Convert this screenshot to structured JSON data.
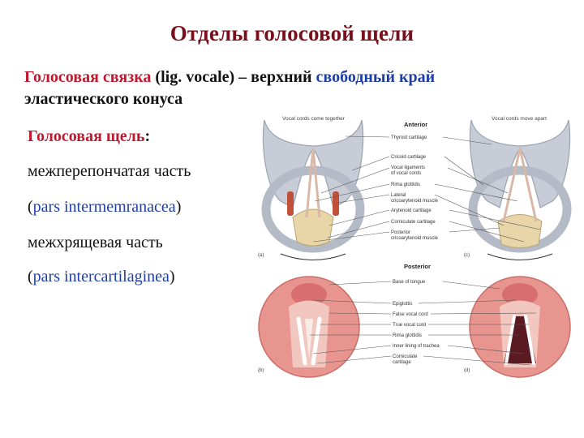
{
  "slide": {
    "title": "Отделы голосовой щели",
    "definition": {
      "term": "Голосовая связка",
      "latin": "(lig. vocale)",
      "dash": " – ",
      "text1": "верхний ",
      "highlight": "свободный край",
      "line2": "эластического конуса"
    },
    "items": [
      {
        "text": "Голосовая щель",
        "suffix": ":"
      },
      {
        "text": "межперепончатая часть"
      },
      {
        "open": "(",
        "latin": "pars intermemranacea",
        "close": ")"
      },
      {
        "text": "межхрящевая часть"
      },
      {
        "open": "(",
        "latin": "pars intercartilaginea",
        "close": ")"
      }
    ]
  },
  "figure": {
    "top_left_caption": "Vocal cords come together",
    "top_right_caption": "Vocal cords move apart",
    "anterior": "Anterior",
    "posterior": "Posterior",
    "top_labels": [
      "Thyroid cartilage",
      "Cricoid cartilage",
      "Vocal ligaments",
      "of vocal cords",
      "Rima glottidis",
      "Lateral",
      "cricoarytenoid muscle",
      "Arytenoid cartilage",
      "Corniculate cartilage",
      "Posterior",
      "cricoarytenoid muscle"
    ],
    "bottom_labels": [
      "Base of tongue",
      "Epiglottis",
      "False vocal cord",
      "True vocal cord",
      "Rima glottidis",
      "Inner lining of trachea",
      "Corniculate",
      "cartilage"
    ],
    "panel_labels": [
      "(a)",
      "(c)",
      "(b)",
      "(d)"
    ]
  }
}
